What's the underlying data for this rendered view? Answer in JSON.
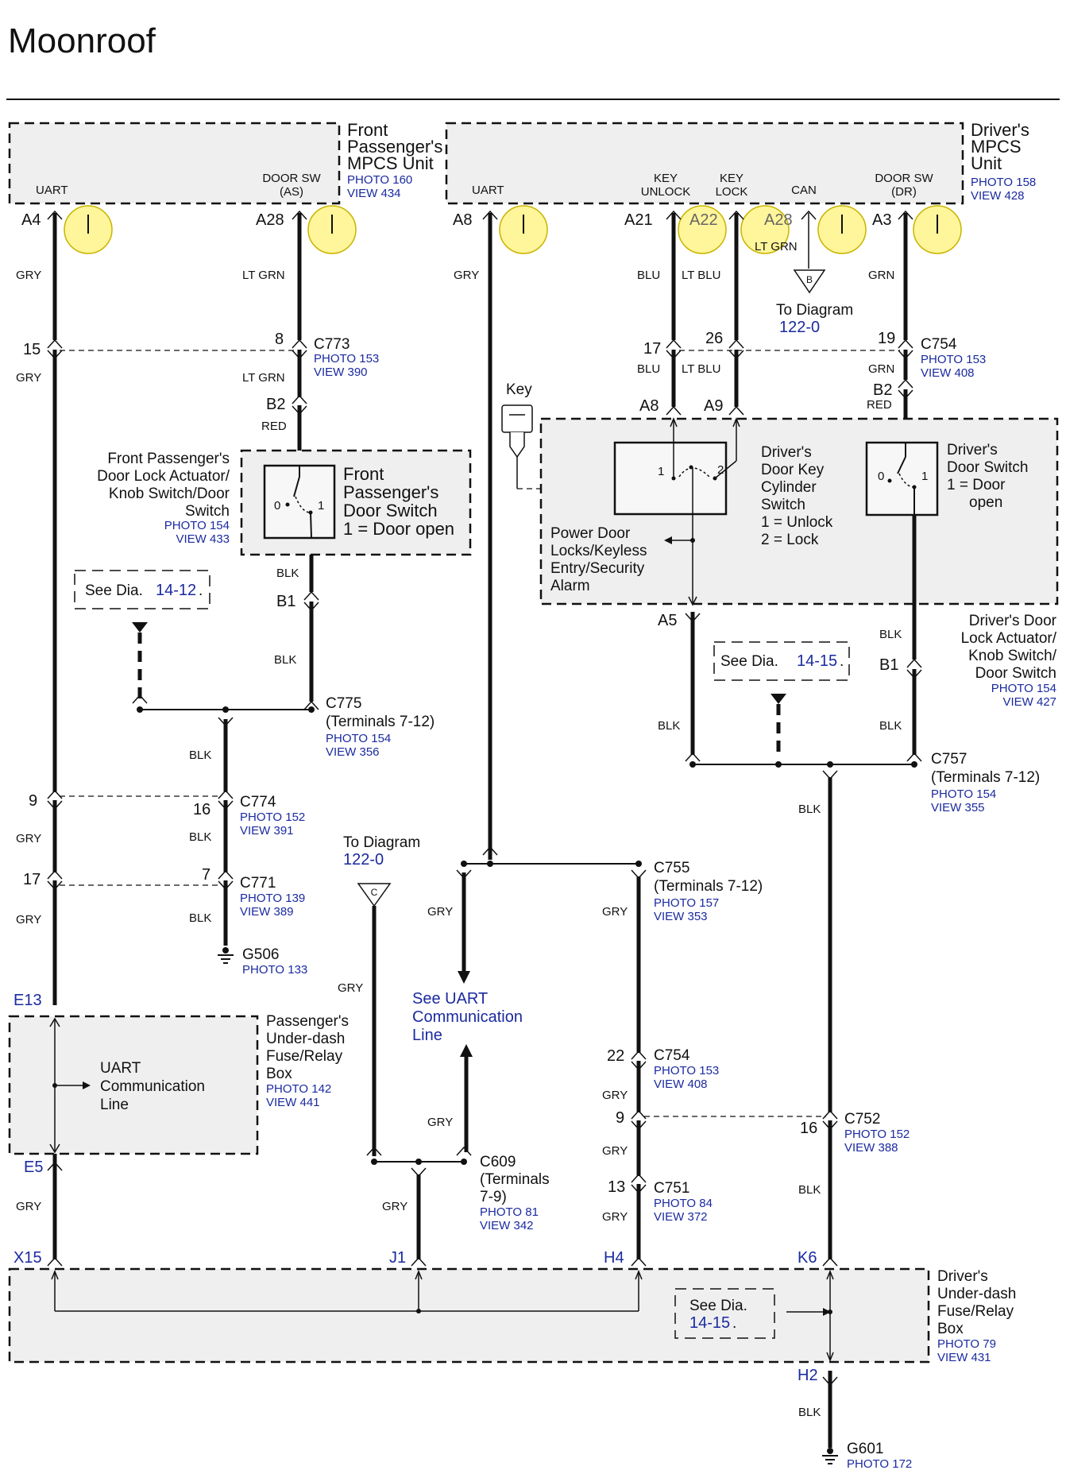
{
  "title": "Moonroof",
  "units": {
    "fp_mpcs": {
      "name": [
        "Front",
        "Passenger's",
        "MPCS Unit"
      ],
      "photo": "PHOTO 160",
      "view": "VIEW 434",
      "uart": "UART",
      "door_sw": [
        "DOOR SW",
        "(AS)"
      ]
    },
    "dr_mpcs": {
      "name": [
        "Driver's",
        "MPCS",
        "Unit"
      ],
      "photo": "PHOTO 158",
      "view": "VIEW 428",
      "uart": "UART",
      "key_unlock": [
        "KEY",
        "UNLOCK"
      ],
      "key_lock": [
        "KEY",
        "LOCK"
      ],
      "can": "CAN",
      "door_sw": [
        "DOOR SW",
        "(DR)"
      ]
    }
  },
  "pins": {
    "a4": "A4",
    "a28": "A28",
    "a8": "A8",
    "a21": "A21",
    "a22": "A22",
    "a28b": "A28",
    "a3": "A3",
    "p15": "15",
    "p8": "8",
    "p17": "17",
    "p26": "26",
    "p19": "19",
    "b2": "B2",
    "b2r": "B2",
    "a8b": "A8",
    "a9": "A9",
    "b1": "B1",
    "a5": "A5",
    "b1r": "B1",
    "p9": "9",
    "p16": "16",
    "p17b": "17",
    "p7": "7",
    "e13": "E13",
    "e5": "E5",
    "x15": "X15",
    "j1": "J1",
    "h4": "H4",
    "k6": "K6",
    "h2": "H2",
    "p22": "22",
    "p9b": "9",
    "p13": "13",
    "p16b": "16"
  },
  "wires": {
    "gry": "GRY",
    "lt_grn": "LT GRN",
    "blu": "BLU",
    "lt_blu": "LT BLU",
    "grn": "GRN",
    "red": "RED",
    "blk": "BLK"
  },
  "connectors": {
    "c773": {
      "id": "C773",
      "photo": "PHOTO 153",
      "view": "VIEW 390"
    },
    "c754a": {
      "id": "C754",
      "photo": "PHOTO 153",
      "view": "VIEW 408"
    },
    "c775": {
      "id": "C775",
      "term": "(Terminals 7-12)",
      "photo": "PHOTO 154",
      "view": "VIEW 356"
    },
    "c774": {
      "id": "C774",
      "photo": "PHOTO 152",
      "view": "VIEW 391"
    },
    "c771": {
      "id": "C771",
      "photo": "PHOTO 139",
      "view": "VIEW 389"
    },
    "g506": {
      "id": "G506",
      "photo": "PHOTO 133"
    },
    "c757": {
      "id": "C757",
      "term": "(Terminals 7-12)",
      "photo": "PHOTO 154",
      "view": "VIEW 355"
    },
    "c755": {
      "id": "C755",
      "term": "(Terminals 7-12)",
      "photo": "PHOTO 157",
      "view": "VIEW 353"
    },
    "c754b": {
      "id": "C754",
      "photo": "PHOTO 153",
      "view": "VIEW 408"
    },
    "c752": {
      "id": "C752",
      "photo": "PHOTO 152",
      "view": "VIEW 388"
    },
    "c751": {
      "id": "C751",
      "photo": "PHOTO 84",
      "view": "VIEW 372"
    },
    "c609": {
      "id": "C609",
      "term": [
        "(Terminals",
        "7-9)"
      ],
      "photo": "PHOTO 81",
      "view": "VIEW 342"
    },
    "g601": {
      "id": "G601",
      "photo": "PHOTO 172"
    }
  },
  "components": {
    "fp_actuator": {
      "name": [
        "Front Passenger's",
        "Door Lock Actuator/",
        "Knob Switch/Door",
        "Switch"
      ],
      "photo": "PHOTO 154",
      "view": "VIEW 433",
      "switch": [
        "Front",
        "Passenger's",
        "Door Switch",
        "1 = Door open"
      ]
    },
    "dr_actuator": {
      "name": [
        "Driver's Door",
        "Lock Actuator/",
        "Knob Switch/",
        "Door Switch"
      ],
      "photo": "PHOTO 154",
      "view": "VIEW 427"
    },
    "key_cyl": [
      "Driver's",
      "Door Key",
      "Cylinder",
      "Switch",
      "1 = Unlock",
      "2 = Lock"
    ],
    "dr_door_sw": [
      "Driver's",
      "Door Switch",
      "1 = Door",
      "open"
    ],
    "pdl": [
      "Power Door",
      "Locks/Keyless",
      "Entry/Security",
      "Alarm"
    ],
    "key": "Key",
    "pass_fuse": {
      "name": [
        "Passenger's",
        "Under-dash",
        "Fuse/Relay",
        "Box"
      ],
      "photo": "PHOTO 142",
      "view": "VIEW 441",
      "inner": [
        "UART",
        "Communication",
        "Line"
      ]
    },
    "drv_fuse": {
      "name": [
        "Driver's",
        "Under-dash",
        "Fuse/Relay",
        "Box"
      ],
      "photo": "PHOTO 79",
      "view": "VIEW 431"
    }
  },
  "refs": {
    "see_dia": "See  Dia.",
    "dia_14_12": "14-12",
    "dia_14_15": "14-15",
    "to_diagram": "To Diagram",
    "dia_122_0": "122-0",
    "flag_b": "B",
    "flag_c": "C",
    "see_uart": [
      "See UART",
      "Communication",
      "Line"
    ]
  },
  "colors": {
    "highlight": "#fff59a",
    "link": "#1a2aa0"
  }
}
